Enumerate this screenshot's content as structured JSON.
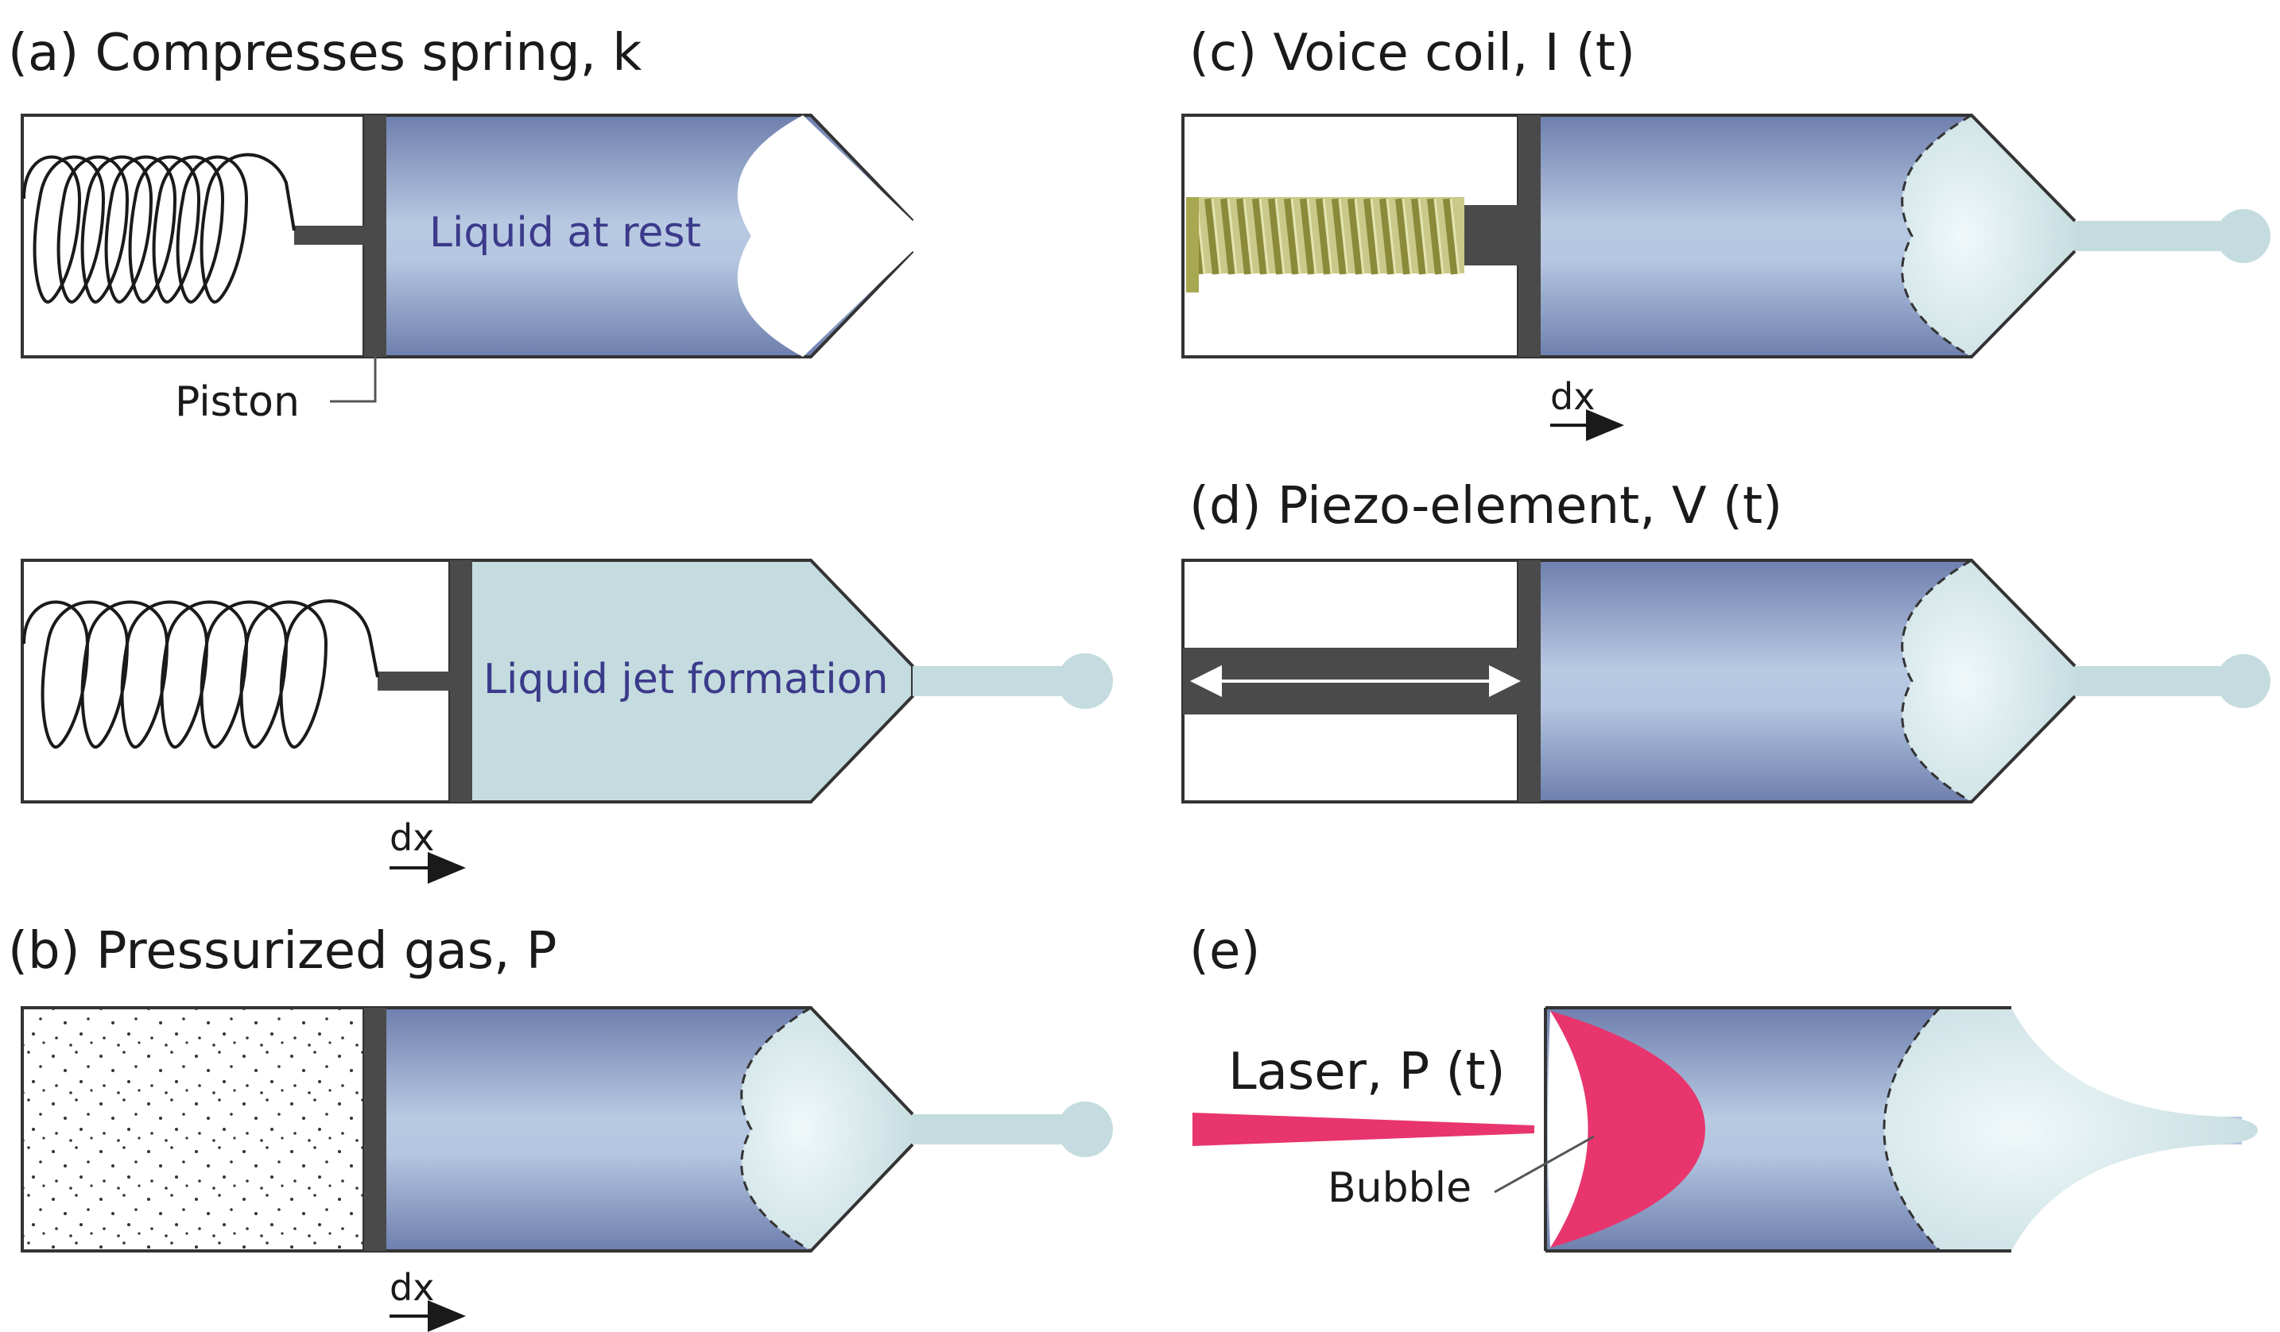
{
  "panels": {
    "a": {
      "title": "(a)  Compresses spring, k",
      "piston_label": "Piston",
      "rest_label": "Liquid at rest",
      "jet_label": "Liquid jet formation",
      "dx": "dx"
    },
    "b": {
      "title": "(b)  Pressurized gas, P",
      "dx": "dx"
    },
    "c": {
      "title": "(c)  Voice coil, I (t)",
      "dx": "dx"
    },
    "d": {
      "title": "(d)  Piezo-element, V (t)"
    },
    "e": {
      "title": "(e)",
      "laser_label": "Laser, P (t)",
      "bubble_label": "Bubble"
    }
  },
  "colors": {
    "liquid_dark": "#6e7fae",
    "liquid_light": "#b4c6e0",
    "jet": "#c4dcdf",
    "piston": "#4a4a4a",
    "coil": "#a8a850",
    "laser": "#e8356e",
    "text_inner": "#3c3a8a"
  }
}
